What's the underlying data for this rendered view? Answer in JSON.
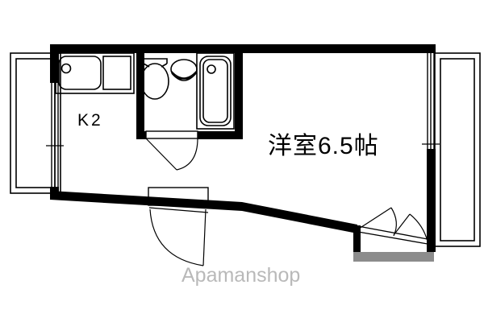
{
  "plan": {
    "title": "Apartment floor plan",
    "watermark": "Apamanshop",
    "rooms": [
      {
        "id": "main-room",
        "label": "洋室6.5帖",
        "type": "western-room",
        "size_jo": 6.5
      },
      {
        "id": "kitchen",
        "label": "K2",
        "type": "kitchen",
        "size_jo": 2
      }
    ],
    "fixtures": [
      {
        "id": "kitchen-sink",
        "name": "sink-with-drain"
      },
      {
        "id": "kitchen-counter",
        "name": "counter"
      },
      {
        "id": "toilet",
        "name": "toilet"
      },
      {
        "id": "wash-basin",
        "name": "wash-basin"
      },
      {
        "id": "bathtub",
        "name": "bathtub-with-drain"
      }
    ],
    "openings": [
      {
        "id": "left-balcony-sliding-door",
        "name": "sliding-door"
      },
      {
        "id": "right-balcony-sliding-door",
        "name": "sliding-door"
      },
      {
        "id": "bathroom-door",
        "name": "hinged-door"
      },
      {
        "id": "room-door",
        "name": "hinged-door"
      },
      {
        "id": "entrance-door-left",
        "name": "hinged-door"
      },
      {
        "id": "entrance-door-right",
        "name": "hinged-door"
      }
    ],
    "balconies": [
      {
        "id": "left-balcony",
        "name": "balcony"
      },
      {
        "id": "right-balcony",
        "name": "balcony"
      }
    ],
    "entrance": {
      "id": "genkan",
      "name": "entrance-landing"
    },
    "colors": {
      "wall": "#000000",
      "line": "#000000",
      "background": "#ffffff",
      "entrance_floor": "#8c8c8c",
      "watermark": "#b9b9b9"
    }
  }
}
